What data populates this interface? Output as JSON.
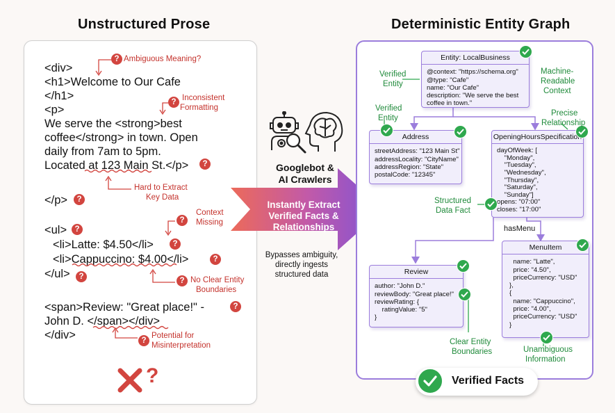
{
  "left": {
    "title": "Unstructured Prose",
    "code_lines": [
      "<div>",
      "<h1>Welcome to Our Cafe",
      "</h1>",
      "<p>",
      "We serve the <strong>best",
      "coffee</strong> in town. Open",
      "daily from 7am to 5pm.",
      "Located at 123 Main St.</p>",
      "</p>",
      "<ul>",
      "<li>Latte: $4.50</li>",
      "<li>Cappuccino: $4.00</li>",
      "</ul>",
      "<span>Review: \"Great place!\" -",
      "John D. </span></div>",
      "</div>"
    ],
    "annotations": {
      "ambiguous": "Ambiguous Meaning?",
      "inconsistent_1": "Inconsistent",
      "inconsistent_2": "Formatting",
      "hard_1": "Hard to Extract",
      "hard_2": "Key Data",
      "context_1": "Context",
      "context_2": "Missing",
      "noclear_1": "No Clear Entity",
      "noclear_2": "Boundaries",
      "potential_1": "Potential for",
      "potential_2": "Misinterpretation"
    },
    "badge_char": "?",
    "bottom_symbol": "?"
  },
  "middle": {
    "crawlers_1": "Googlebot &",
    "crawlers_2": "AI Crawlers",
    "arrow_1": "Instantly Extract",
    "arrow_2": "Verified Facts &",
    "arrow_3": "Relationships",
    "bypass_1": "Bypasses ambiguity,",
    "bypass_2": "directly ingests",
    "bypass_3": "structured data"
  },
  "right": {
    "title": "Deterministic Entity Graph",
    "nodes": {
      "local_business": {
        "title": "Entity: LocalBusiness",
        "body": "@context: \"https://schema.org\"\n@type: \"Cafe\"\nname: \"Our Cafe\"\ndescription: \"We serve the best\ncoffee in town.\""
      },
      "address": {
        "title": "Address",
        "body": "streetAddress: \"123 Main St\"\naddressLocality: \"CityName\"\naddressRegion: \"State\"\npostalCode: \"12345\""
      },
      "opening_hours": {
        "title": "OpeningHoursSpecification",
        "body": "dayOfWeek: [\n    \"Monday\",\n    \"Tuesday\",\n    \"Wednesday\",\n    \"Thursday\",\n    \"Saturday\",\n    \"Sunday\"]\nopens: \"07:00\"\ncloses: \"17:00\""
      },
      "menu_item": {
        "title": "MenuItem",
        "body": "  name: \"Latte\",\n  price: \"4.50\",\n  priceCurrency: \"USD\"\n},\n{\n  name: \"Cappuccino\",\n  price: \"4.00\",\n  priceCurrency: \"USD\"\n}"
      },
      "review": {
        "title": "Review",
        "body": "author: \"John D.\"\nreviewBody: \"Great place!\"\nreviewRating: {\n    ratingValue: \"5\"\n}"
      }
    },
    "labels": {
      "verified_entity_top_1": "Verified",
      "verified_entity_top_2": "Entity",
      "machine_1": "Machine-",
      "machine_2": "Readable",
      "machine_3": "Context",
      "verified_entity_left_1": "Verified",
      "verified_entity_left_2": "Entity",
      "precise_1": "Precise",
      "precise_2": "Relationship",
      "structured_1": "Structured",
      "structured_2": "Data Fact",
      "has_menu": "hasMenu",
      "clear_1": "Clear Entity",
      "clear_2": "Boundaries",
      "unamb_1": "Unambiguous",
      "unamb_2": "Information"
    },
    "verified_facts": "Verified Facts"
  },
  "colors": {
    "problem_red": "#d2453f",
    "success_green": "#2fa84e",
    "graph_purple": "#9b7ddc"
  }
}
